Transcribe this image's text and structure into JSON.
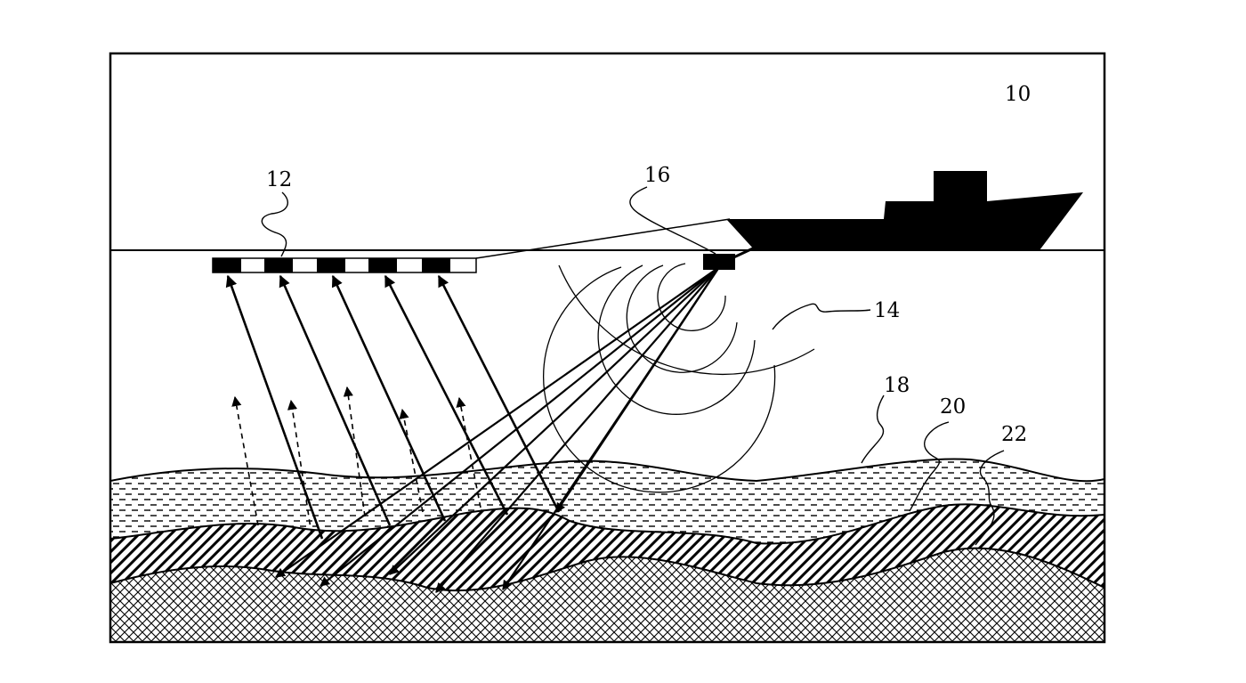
{
  "labels": {
    "scene": "10",
    "streamer": "12",
    "wavefront": "14",
    "source": "16",
    "layer_top": "18",
    "layer_middle": "20",
    "layer_bottom": "22"
  },
  "colors": {
    "ink": "#000000",
    "paper": "#ffffff"
  }
}
